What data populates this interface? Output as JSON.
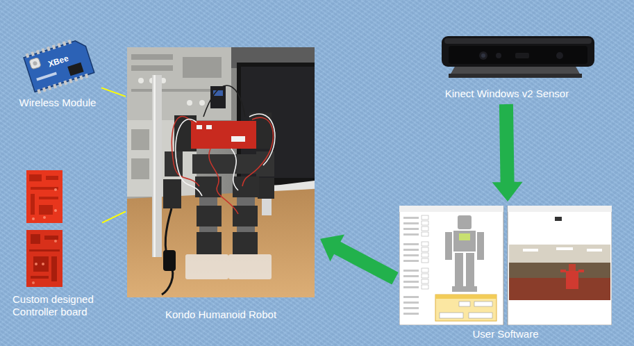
{
  "diagram": {
    "nodes": [
      {
        "text": [
          "Wireless Module"
        ]
      },
      {
        "text": [
          "Custom designed Controller board"
        ]
      },
      {
        "text": [
          "Kondo Humanoid Robot"
        ]
      },
      {
        "text": [
          "Kinect Windows v2 Sensor"
        ]
      },
      {
        "text": [
          "User Software"
        ]
      }
    ],
    "edges": [
      {
        "from": 0,
        "to": 2,
        "arrow": "none"
      },
      {
        "from": 1,
        "to": 2,
        "arrow": "none"
      },
      {
        "from": 3,
        "to": 4,
        "arrow": "to"
      },
      {
        "from": 4,
        "to": 2,
        "arrow": "to"
      }
    ],
    "labels": [
      "XBee"
    ]
  }
}
